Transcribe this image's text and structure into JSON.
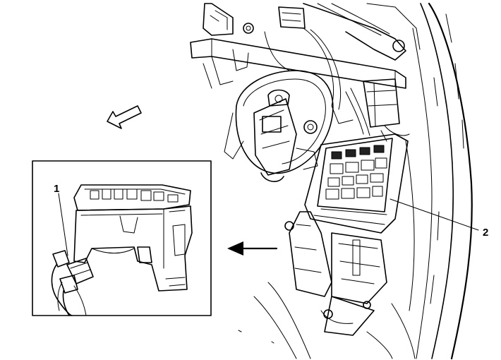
{
  "callouts": [
    {
      "id": "1",
      "text": "1"
    },
    {
      "id": "2",
      "text": "2"
    }
  ],
  "colors": {
    "line": "#000000",
    "background": "#ffffff",
    "shade": "#d9d9d9"
  },
  "icons": [
    "direction-arrow-icon",
    "view-arrow-icon"
  ]
}
